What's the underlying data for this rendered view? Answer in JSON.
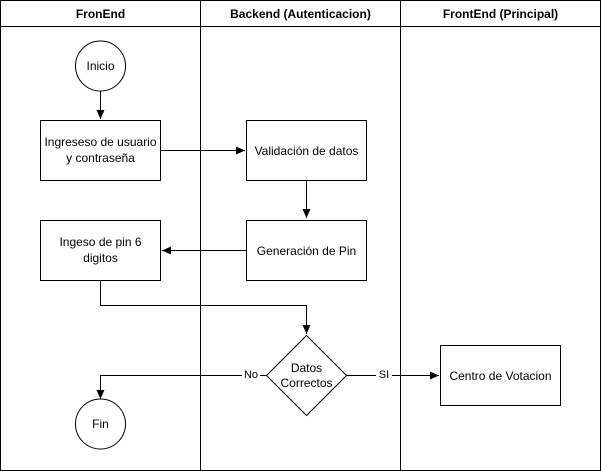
{
  "lanes": {
    "frontend": "FronEnd",
    "backend": "Backend (Autenticacion)",
    "principal": "FrontEnd (Principal)"
  },
  "nodes": {
    "inicio": "Inicio",
    "ingreso_usuario": [
      "Ingreseso de usuario",
      "y contraseña"
    ],
    "validacion": "Validación de datos",
    "generacion_pin": "Generación de Pin",
    "ingreso_pin": [
      "Ingeso de pin 6",
      "digitos"
    ],
    "decision": [
      "Datos",
      "Correctos"
    ],
    "centro_votacion": "Centro de Votacion",
    "fin": "Fin"
  },
  "edge_labels": {
    "no": "No",
    "si": "SI"
  }
}
